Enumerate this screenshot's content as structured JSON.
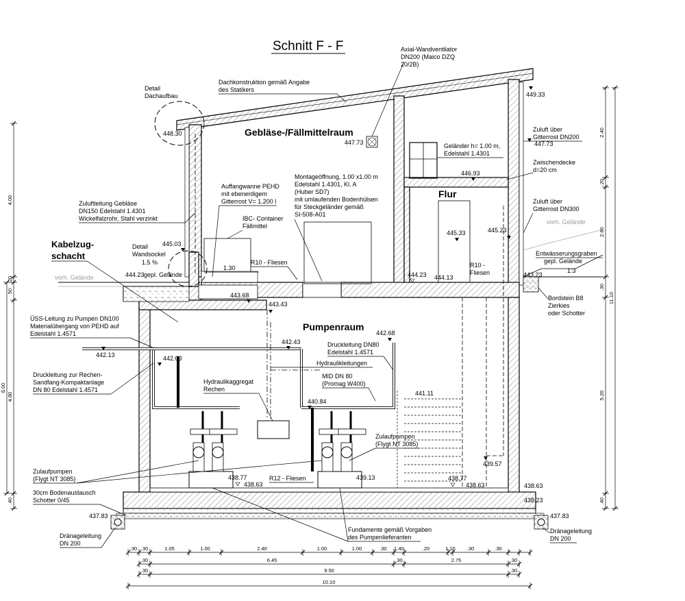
{
  "title": "Schnitt F - F",
  "rooms": {
    "blower": "Gebläse-/Fällmittelraum",
    "pump": "Pumpenraum",
    "corridor": "Flur",
    "shaft_line1": "Kabelzug-",
    "shaft_line2": "schacht"
  },
  "labels": {
    "fan_1": "Axial-Wandventilator",
    "fan_2": "DN200 (Maico DZQ",
    "fan_3": "20/2B)",
    "roof_1": "Dachkonstruktion gemäß Angabe",
    "roof_2": "des Statikers",
    "detail_roof_1": "Detail",
    "detail_roof_2": "Dachaufbau",
    "railing_1": "Geländer h= 1.00 m,",
    "railing_2": "Edelstahl 1.4301",
    "inlet1_1": "Zuluft über",
    "inlet1_2": "Gitterrost DN200",
    "slab_1": "Zwischendecke",
    "slab_2": "d=20 cm",
    "tray_1": "Auffangwanne PEHD",
    "tray_2": "mit ebenerdigem",
    "tray_3": "Gitterrost V= 1.200 l",
    "opening_1": "Montageöffnung, 1.00 x1.00 m",
    "opening_2": "Edelstahl 1.4301, Kl. A",
    "opening_3": "(Huber SD7)",
    "opening_4": "mit umlaufenden Bodenhülsen",
    "opening_5": "für Steckgeländer gemäß",
    "opening_6": "SI-508-A01",
    "supply_1": "Zuluftleitung Gebläse",
    "supply_2": "DN150 Edelstahl 1.4301",
    "supply_3": "Wickelfalzrohr, Stahl verzinkt",
    "ibc_1": "IBC- Container",
    "ibc_2": "Fällmittel",
    "inlet2_1": "Zuluft über",
    "inlet2_2": "Gitterrost DN300",
    "terrain_r": "vorh. Gelände",
    "terrain_l": "vorh. Gelände",
    "detail_base_1": "Detail",
    "detail_base_2": "Wandsockel",
    "slope": "1.5 %",
    "ground_planned": "gepl. Gelände",
    "tiles_r10_a": "R10 - Fliesen",
    "tiles_r10_b1": "R10 -",
    "tiles_r10_b2": "Fliesen",
    "ditch_1": "Entwässerungsgraben",
    "ditch_2": "gepl. Gelände",
    "ditch_slope": "1:3",
    "curb_1": "Bordstein B8",
    "curb_2": "Zierkies",
    "curb_3": "oder Schotter",
    "uss_1": "ÜSS-Leitung zu Pumpen DN100",
    "uss_2": "Materialübergang von PEHD auf",
    "uss_3": "Edelstahl 1.4571",
    "press80_1": "Druckleitung DN80",
    "press80_2": "Edelstahl 1.4571",
    "hydraulic": "Hydraulikleitungen",
    "pressr_1": "Druckleitung zur Rechen-",
    "pressr_2": "Sandfang-Kompaktanlage",
    "pressr_3": "DN 80 Edelstahl 1.4571",
    "hyd_unit_1": "Hydraulikaggregat",
    "hyd_unit_2": "Rechen",
    "mid_1": "MID DN 80",
    "mid_2": "(Promag W400)",
    "pumps_r_1": "Zulaufpumpen",
    "pumps_r_2": "(Flygt NT 3085)",
    "pumps_l_1": "Zulaufpumpen",
    "pumps_l_2": "(Flygt NT 3085)",
    "tiles_r12": "R12 - Fliesen",
    "soil_1": "30cm Bodenaustausch",
    "soil_2": "Schotter 0/45",
    "drain_l_1": "Dränageleitung",
    "drain_l_2": "DN 200",
    "drain_r_1": "Dränageleitung",
    "drain_r_2": "DN 200",
    "found_1": "Fundamente gemäß Vorgaben",
    "found_2": "des Pumpenlieferanten",
    "dim_130": "1.30"
  },
  "elevations": {
    "e449_33": "449.33",
    "e448_30": "448.30",
    "e447_73a": "447.73",
    "e447_73b": "447.73",
    "e446_93": "446.93",
    "e445_33": "445.33",
    "e445_23": "445.23",
    "e445_03": "445.03",
    "e444_23a": "444.23",
    "e444_23b": "444.23",
    "e444_13": "444.13",
    "e443_23": "443.23",
    "e443_68": "443.68",
    "e443_43": "443.43",
    "e442_68": "442.68",
    "e442_43": "442.43",
    "e442_13": "442.13",
    "e442_03": "442.03",
    "e441_11": "441.11",
    "e440_84": "440.84",
    "e439_57": "439.57",
    "e439_13": "439.13",
    "e438_77a": "438.77",
    "e438_77b": "438.77",
    "e438_63a": "438.63",
    "e438_63b": "438.63",
    "e438_63c": "438.63",
    "e438_23": "438.23",
    "e437_83a": "437.83",
    "e437_83b": "437.83"
  },
  "dims_bottom": {
    "row1": [
      ".30",
      ".30",
      "1.05",
      "1.00",
      "2.40",
      "1.00",
      "1.00",
      ".30",
      "1.40",
      ".20",
      "1.15",
      ".30",
      ".30"
    ],
    "row2": [
      ".30",
      "6.45",
      ".30",
      "2.75",
      ".30"
    ],
    "row3": [
      ".30",
      "9.50",
      ".30"
    ],
    "row4": "10.10"
  },
  "dims_left": [
    "4.00",
    ".20",
    "50",
    ".30",
    "4.80",
    "6.00",
    ".40"
  ],
  "dims_right": [
    "2.40",
    ".20",
    "2.60",
    ".30",
    "5.20",
    "11.10",
    ".40"
  ]
}
